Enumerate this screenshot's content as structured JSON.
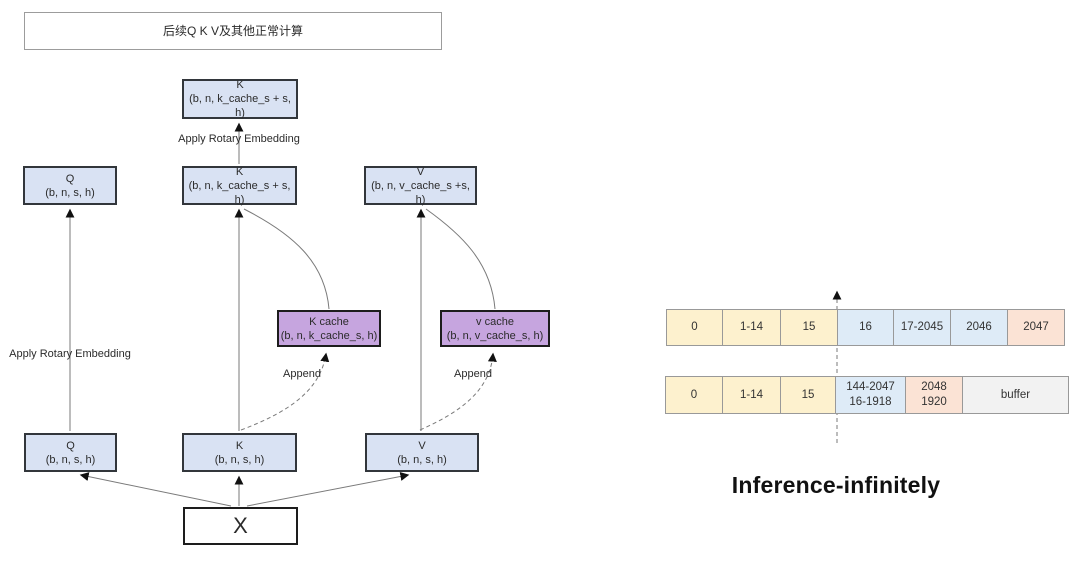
{
  "diagram": {
    "title_box": {
      "label": "后续Q K V及其他正常计算"
    },
    "labels": {
      "apply_rotary_top": "Apply Rotary Embedding",
      "apply_rotary_left": "Apply Rotary Embedding",
      "append_k": "Append",
      "append_v": "Append"
    },
    "boxes": {
      "k_top": {
        "name": "K",
        "shape": "(b, n, k_cache_s + s, h)"
      },
      "q_mid": {
        "name": "Q",
        "shape": "(b, n, s, h)"
      },
      "k_mid": {
        "name": "K",
        "shape": "(b, n, k_cache_s + s, h)"
      },
      "v_mid": {
        "name": "V",
        "shape": "(b, n, v_cache_s +s, h)"
      },
      "k_cache": {
        "name": "K cache",
        "shape": "(b, n, k_cache_s, h)"
      },
      "v_cache": {
        "name": "v cache",
        "shape": "(b, n, v_cache_s, h)"
      },
      "q_bottom": {
        "name": "Q",
        "shape": "(b, n, s, h)"
      },
      "k_bottom": {
        "name": "K",
        "shape": "(b, n, s, h)"
      },
      "v_bottom": {
        "name": "V",
        "shape": "(b, n, s, h)"
      },
      "x_input": {
        "name": "X"
      }
    }
  },
  "memory_layout": {
    "row1": {
      "cells": [
        {
          "label": "0",
          "color": "yellow-c",
          "width": 56
        },
        {
          "label": "1-14",
          "color": "yellow-c",
          "width": 58
        },
        {
          "label": "15",
          "color": "yellow-c",
          "width": 57
        },
        {
          "label": "16",
          "color": "blue-c",
          "width": 56
        },
        {
          "label": "17-2045",
          "color": "blue-c",
          "width": 57
        },
        {
          "label": "2046",
          "color": "blue-c",
          "width": 57
        },
        {
          "label": "2047",
          "color": "pink-c",
          "width": 56
        }
      ]
    },
    "row2": {
      "cells": [
        {
          "label": "0",
          "color": "yellow-c",
          "width": 57
        },
        {
          "label": "1-14",
          "color": "yellow-c",
          "width": 58
        },
        {
          "label": "15",
          "color": "yellow-c",
          "width": 55
        },
        {
          "label": "144-2047\n16-1918",
          "color": "blue-c",
          "width": 70
        },
        {
          "label": "2048\n1920",
          "color": "pink-c",
          "width": 57
        },
        {
          "label": "buffer",
          "color": "gray-c",
          "width": 105
        }
      ]
    },
    "caption": "Inference-infinitely"
  },
  "colors": {
    "node_blue": "#d9e2f3",
    "node_purple": "#c6a5df",
    "cell_yellow": "#fdf1ce",
    "cell_blue": "#deebf7",
    "cell_pink": "#fbe3d5",
    "cell_gray": "#f2f2f2",
    "wire_gray": "#7a7a7a",
    "arrow_black": "#111111"
  }
}
